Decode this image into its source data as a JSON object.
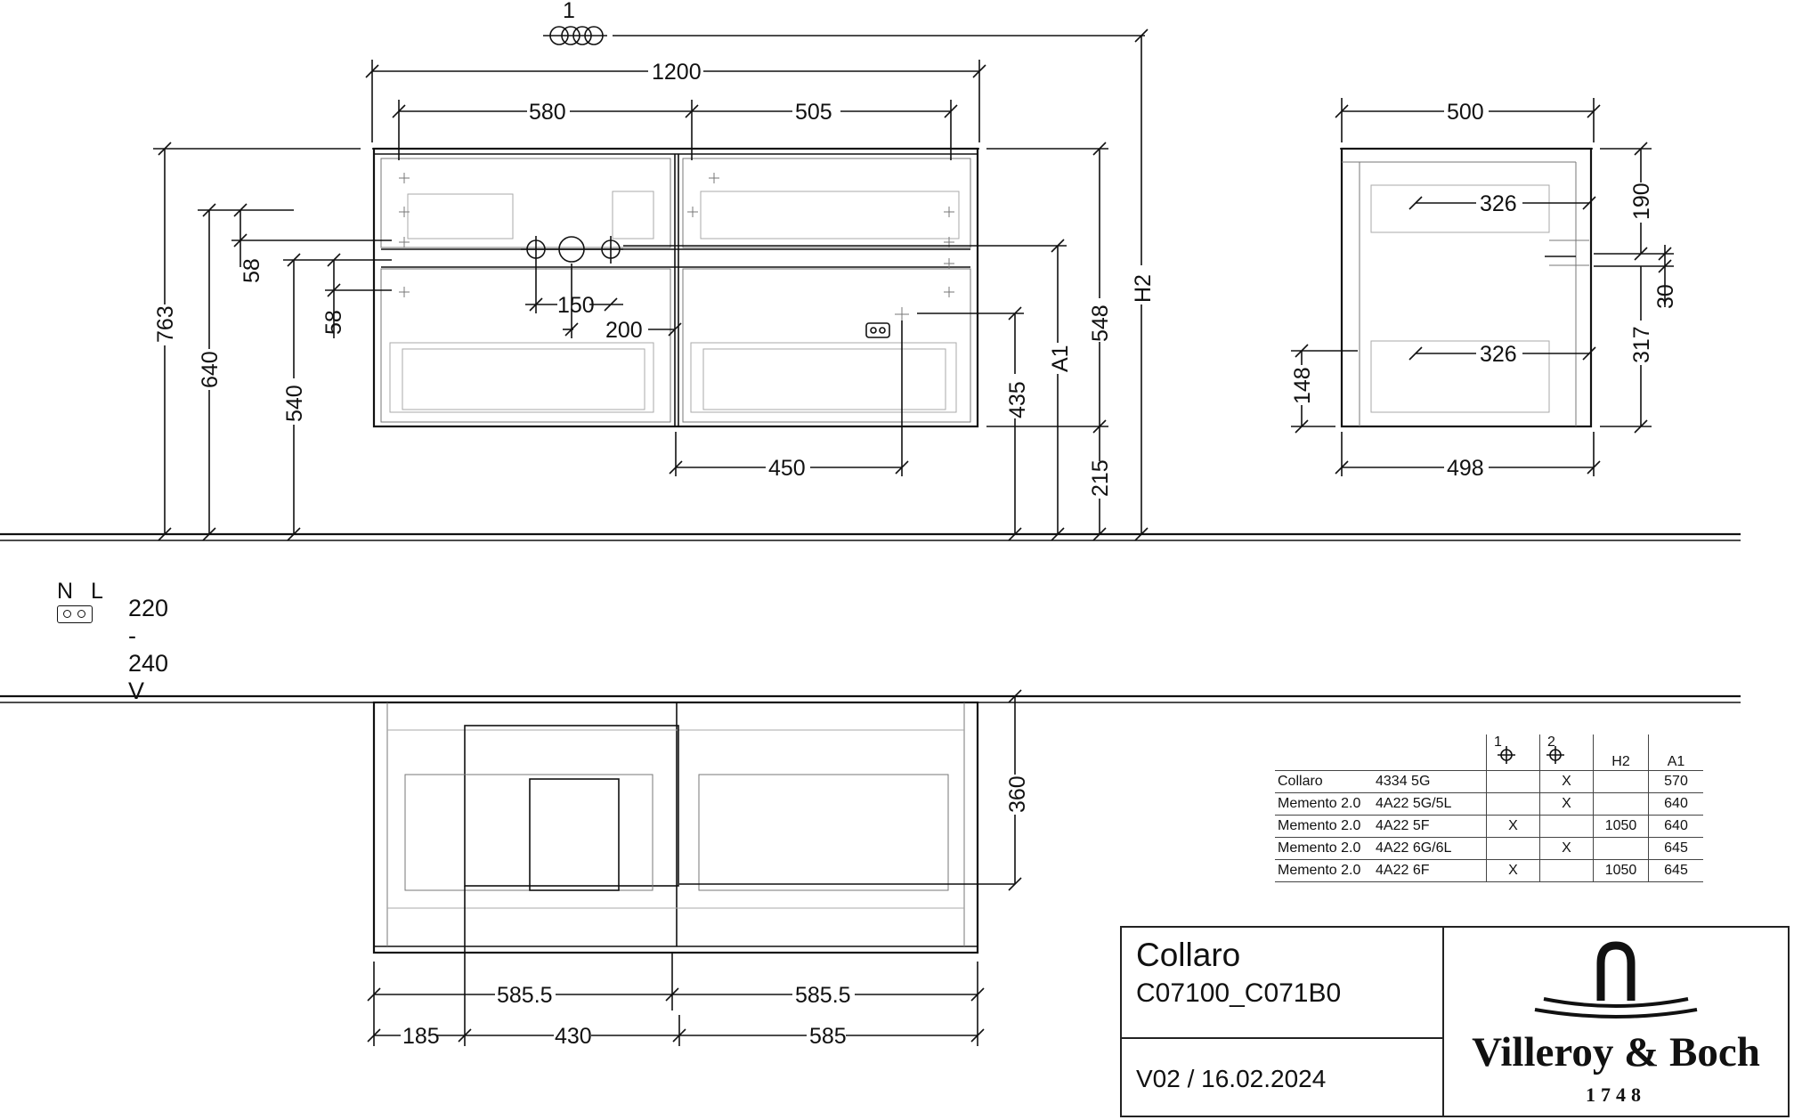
{
  "dimensions": {
    "width_total": "1200",
    "w_580": "580",
    "w_505": "505",
    "depth_500": "500",
    "depth_498": "498",
    "d_326_top": "326",
    "d_326_bottom": "326",
    "h_190": "190",
    "h_30": "30",
    "h_317": "317",
    "h_148": "148",
    "h_763": "763",
    "h_640": "640",
    "h_540": "540",
    "h_58_a": "58",
    "h_58_b": "58",
    "w_150": "150",
    "w_200": "200",
    "h_435": "435",
    "h_548": "548",
    "w_450": "450",
    "h_215": "215",
    "label_a1": "A1",
    "label_h2": "H2",
    "callout_1": "1",
    "h_360": "360",
    "w_585_5_left": "585.5",
    "w_585_5_right": "585.5",
    "w_185": "185",
    "w_430": "430",
    "w_585": "585"
  },
  "electrical": {
    "neutral": "N",
    "live": "L",
    "voltage": "220 - 240 V"
  },
  "spec_table": {
    "headers": [
      "",
      "",
      "1",
      "2",
      "H2",
      "A1"
    ],
    "rows": [
      {
        "series": "Collaro",
        "code": "4334 5G",
        "c1": "",
        "c2": "X",
        "h2": "",
        "a1": "570"
      },
      {
        "series": "Memento 2.0",
        "code": "4A22 5G/5L",
        "c1": "",
        "c2": "X",
        "h2": "",
        "a1": "640"
      },
      {
        "series": "Memento 2.0",
        "code": "4A22 5F",
        "c1": "X",
        "c2": "",
        "h2": "1050",
        "a1": "640"
      },
      {
        "series": "Memento 2.0",
        "code": "4A22 6G/6L",
        "c1": "",
        "c2": "X",
        "h2": "",
        "a1": "645"
      },
      {
        "series": "Memento 2.0",
        "code": "4A22 6F",
        "c1": "X",
        "c2": "",
        "h2": "1050",
        "a1": "645"
      }
    ]
  },
  "title_block": {
    "product": "Collaro",
    "code": "C07100_C071B0",
    "version": "V02 / 16.02.2024",
    "brand": "Villeroy & Boch",
    "year": "1748"
  },
  "icons": {
    "faucet_logo": "faucet-logo-icon",
    "socket": "socket-icon",
    "fixing_point": "crosshair-icon"
  }
}
